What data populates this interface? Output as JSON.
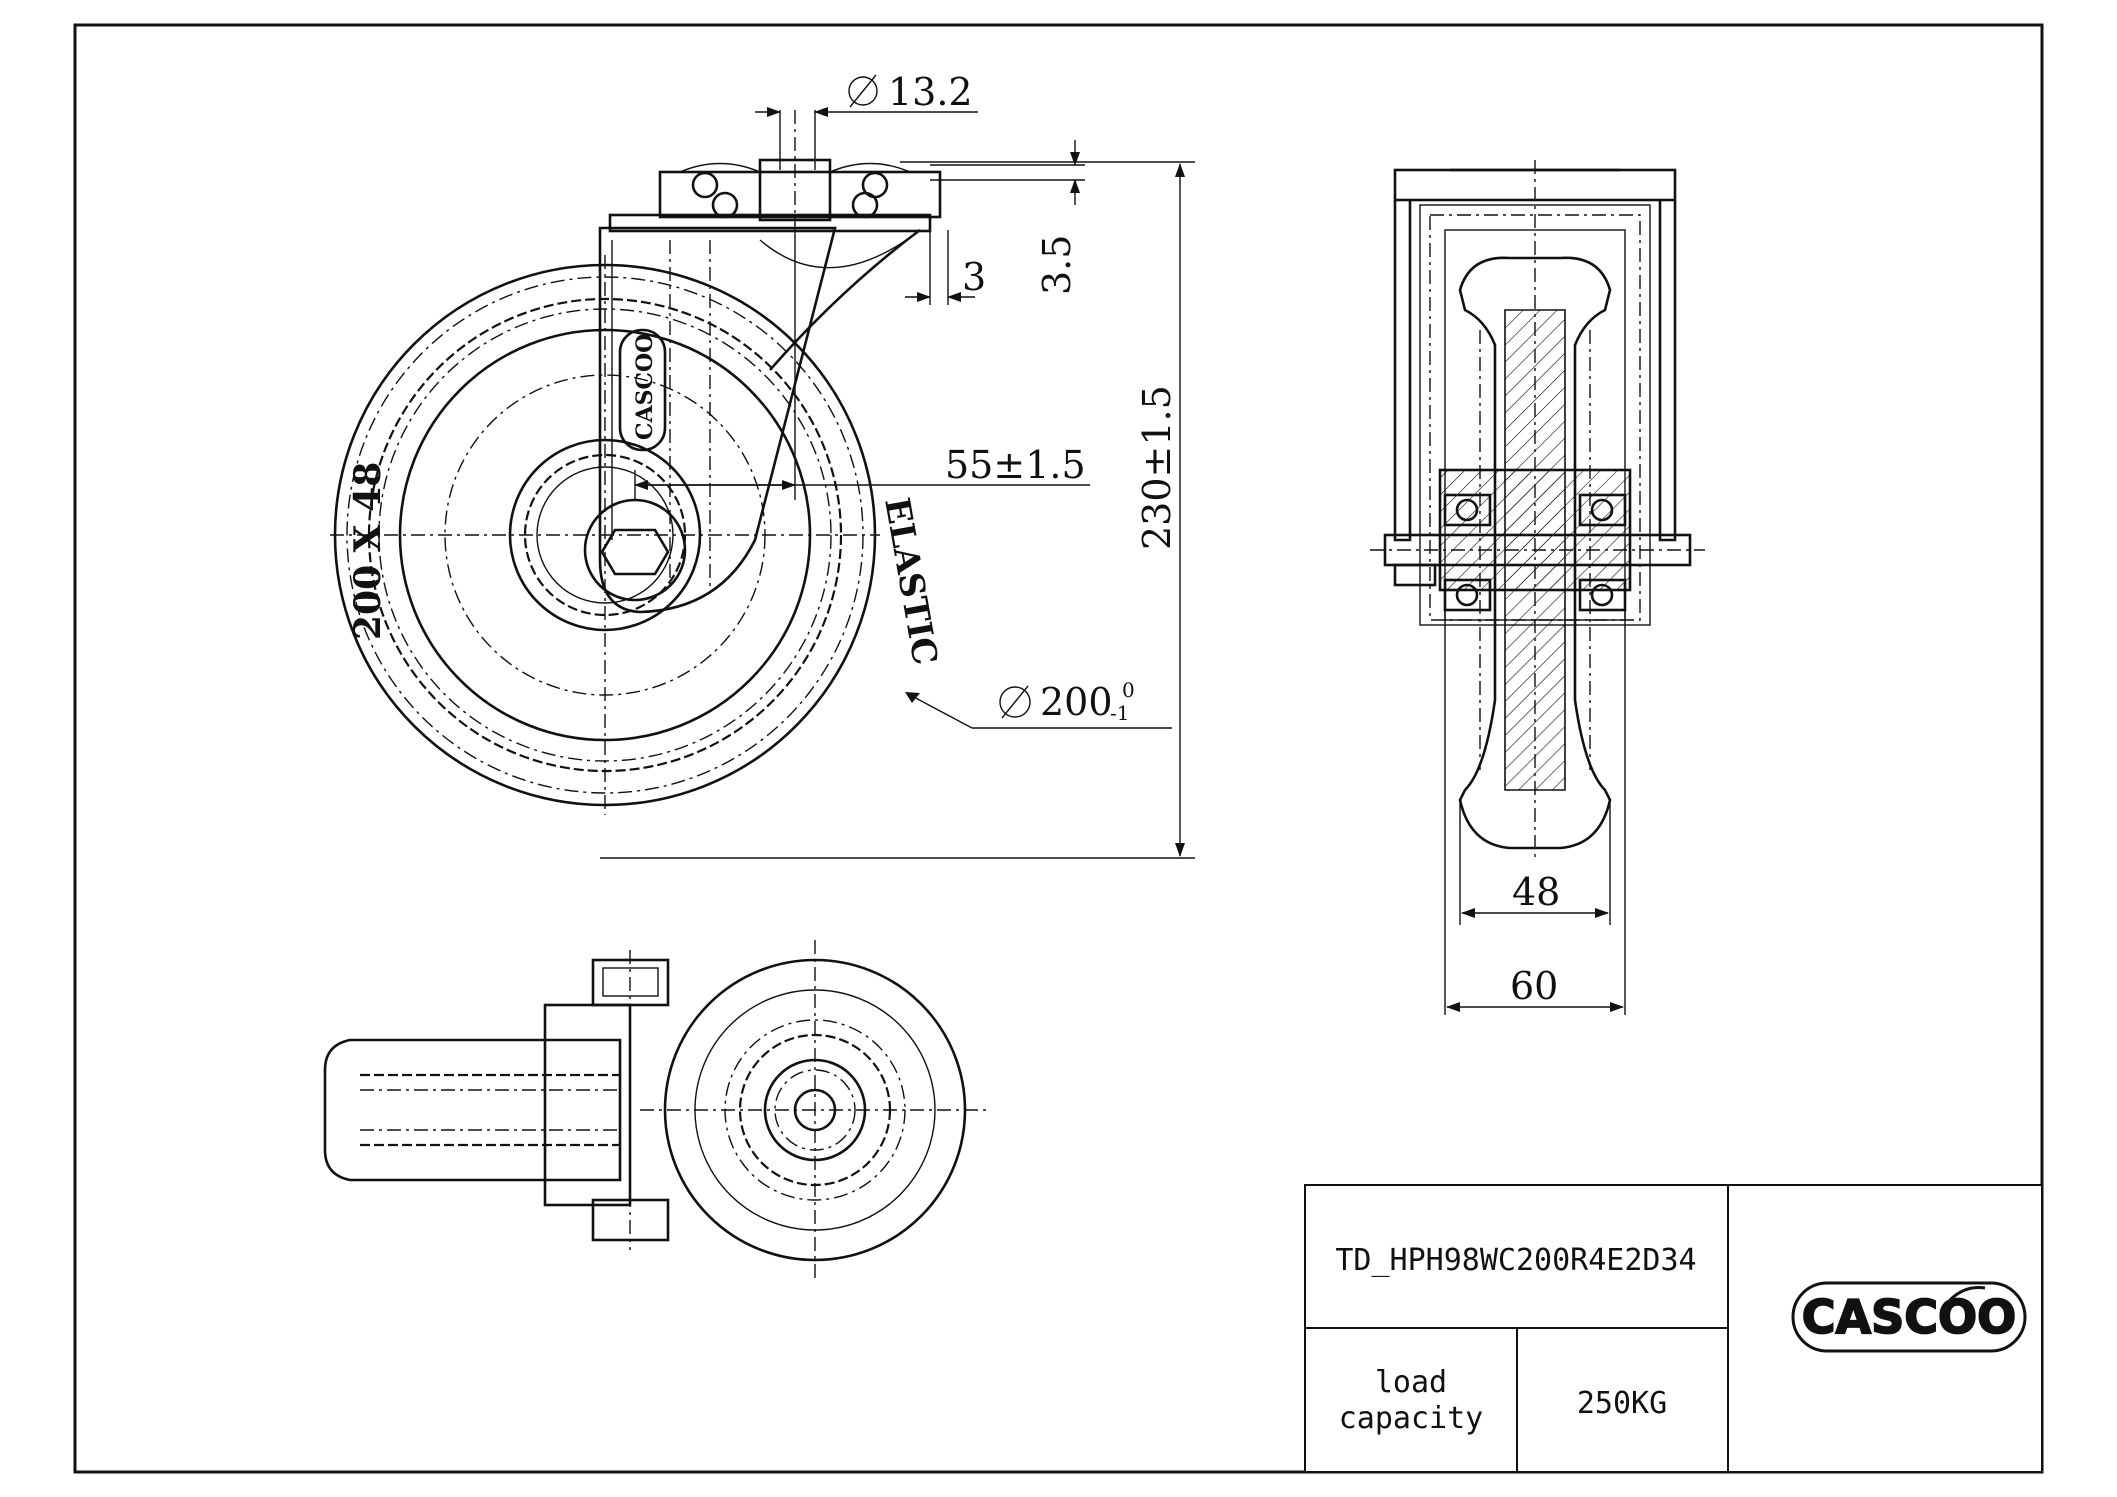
{
  "dimensions": {
    "bore_diameter": "13.2",
    "plate_thickness": "3.5",
    "gap": "3",
    "offset": "55±1.5",
    "total_height": "230±1.5",
    "wheel_diameter": "200",
    "wheel_diameter_tol_upper": "0",
    "wheel_diameter_tol_lower": "-1",
    "tread_width": "48",
    "overall_width": "60"
  },
  "tire_markings": {
    "size": "200 X 48",
    "material": "ELASTIC",
    "brand": "CASCOO"
  },
  "title_block": {
    "drawing_number": "TD_HPH98WC200R4E2D34",
    "load_label": "load capacity",
    "load_value": "250KG",
    "logo_text": "CASCOO"
  },
  "colors": {
    "line": "#111111",
    "background": "#ffffff"
  }
}
